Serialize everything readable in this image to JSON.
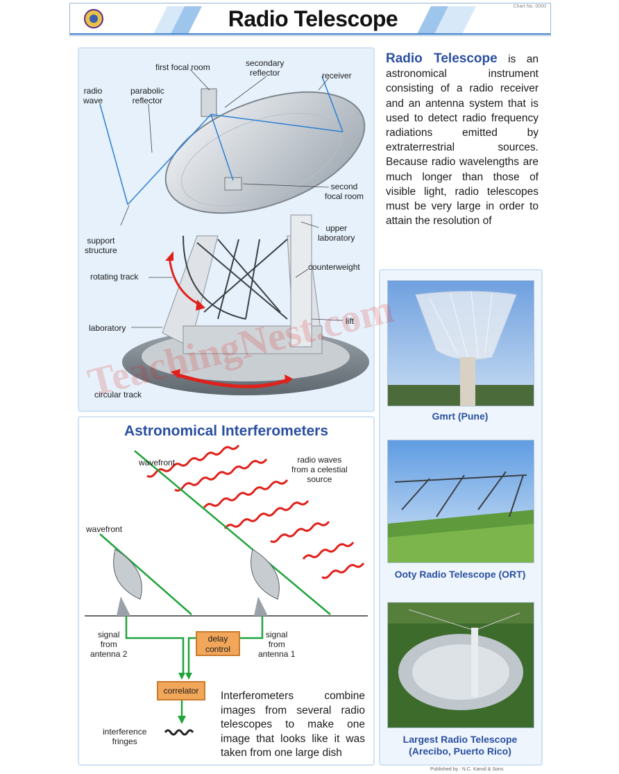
{
  "header": {
    "title": "Radio Telescope",
    "code": "Chart No. 0000"
  },
  "intro": {
    "lead": "Radio Telescope",
    "text": " is an astronomical instrument consisting of a radio receiver and an antenna system that is used to detect radio frequency radiations emitted by extraterrestrial sources. Because radio wavelengths are much longer than those of visible light, radio telescopes must be very large in order to attain the resolution of"
  },
  "telescope_labels": {
    "first_focal_room": "first focal room",
    "secondary_reflector": "secondary\nreflector",
    "receiver": "receiver",
    "radio_wave": "radio\nwave",
    "parabolic_reflector": "parabolic\nreflector",
    "second_focal_room": "second\nfocal room",
    "support_structure": "support\nstructure",
    "upper_laboratory": "upper\nlaboratory",
    "rotating_track": "rotating track",
    "counterweight": "counterweight",
    "lift": "lift",
    "laboratory": "laboratory",
    "circular_track": "circular track"
  },
  "interferometer": {
    "title": "Astronomical Interferometers",
    "wavefront_top": "wavefront",
    "wavefront_left": "wavefront",
    "radio_waves": "radio waves\nfrom a celestial\nsource",
    "signal_antenna2": "signal\nfrom\nantenna 2",
    "signal_antenna1": "signal\nfrom\nantenna 1",
    "delay_control": "delay\ncontrol",
    "correlator": "correlator",
    "fringes": "interference\nfringes",
    "description": "Interferometers combine images from several radio telescopes to make one image that looks like it was taken from one large dish"
  },
  "photos": [
    {
      "caption": "Gmrt (Pune)"
    },
    {
      "caption": "Ooty Radio Telescope (ORT)"
    },
    {
      "caption": "Largest Radio Telescope\n(Arecibo, Puerto Rico)"
    }
  ],
  "watermark": "TeachingNest.com",
  "footer": {
    "publisher": "Published by : N.C. Kansil & Sons"
  },
  "colors": {
    "title_blue": "#2a4fa0",
    "panel_bg": "#e6f1fb",
    "wave_red": "#e0201a",
    "wavefront_green": "#1fa33a",
    "box_orange": "#f2a65a"
  }
}
